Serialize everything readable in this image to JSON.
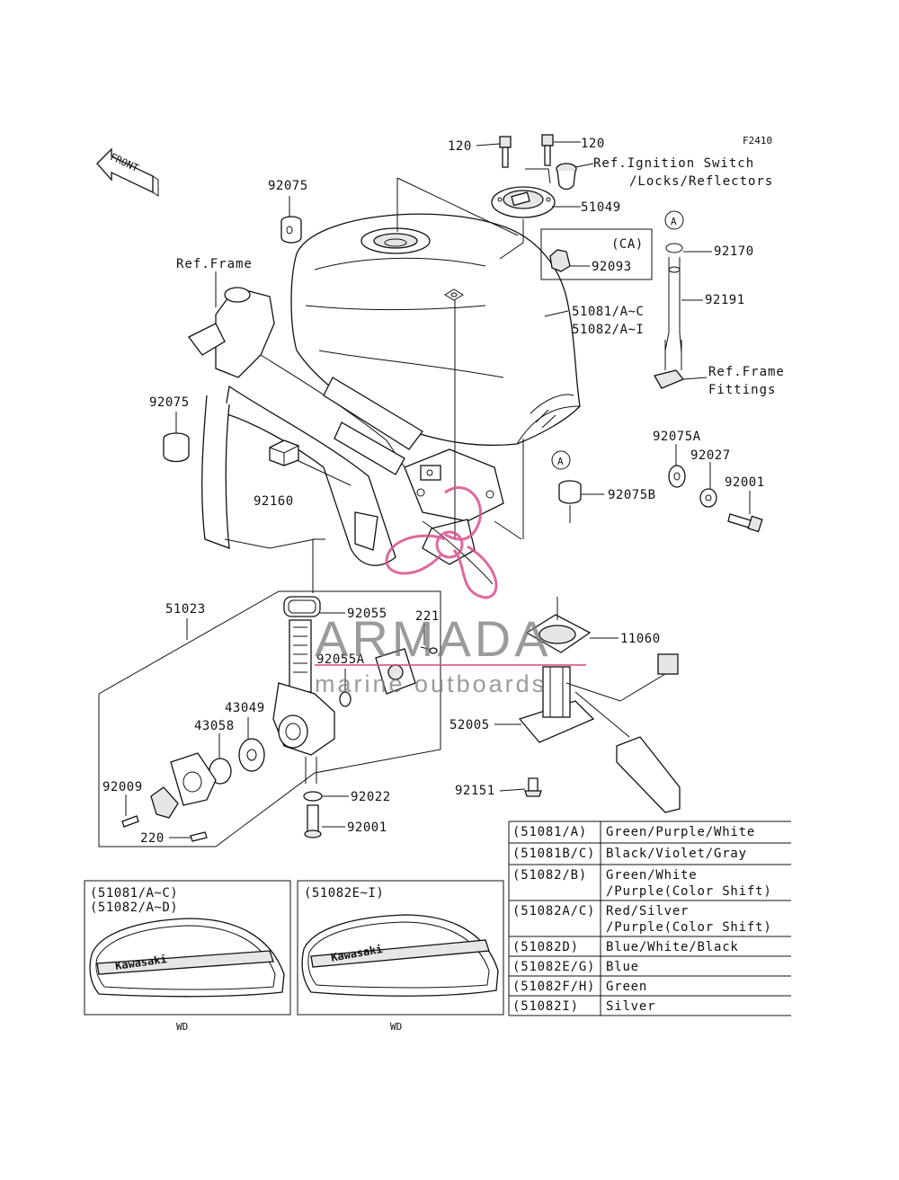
{
  "figure_code": "F2410",
  "front_label": "FRONT",
  "colors": {
    "line": "#111111",
    "watermark": "#d94f8c",
    "watermark_text": "#7a7a7a"
  },
  "watermark": {
    "brand": "ARMADA",
    "tagline": "marine outboards"
  },
  "callouts": {
    "c120a": "120",
    "c120b": "120",
    "ignition1": "Ref.Ignition Switch",
    "ignition2": "/Locks/Reflectors",
    "c51049": "51049",
    "c92075a": "92075",
    "ca_box": "(CA)",
    "c92093": "92093",
    "a_top": "A",
    "c92170": "92170",
    "c92191": "92191",
    "frame_top": "Ref.Frame",
    "c51081": "51081/A~C",
    "c51082": "51082/A~I",
    "frame_fit1": "Ref.Frame",
    "frame_fit2": "Fittings",
    "c92075b": "92075",
    "c92075A": "92075A",
    "c92027": "92027",
    "c92001a": "92001",
    "a_mid": "A",
    "c92075B": "92075B",
    "c92160": "92160",
    "c51023": "51023",
    "c92055": "92055",
    "c221": "221",
    "c92055A": "92055A",
    "c11060": "11060",
    "c43049": "43049",
    "c43058": "43058",
    "c52005": "52005",
    "c92009": "92009",
    "c92022": "92022",
    "c92151": "92151",
    "c92001b": "92001",
    "c220": "220"
  },
  "color_table": [
    {
      "code": "(51081/A)",
      "color": "Green/Purple/White"
    },
    {
      "code": "(51081B/C)",
      "color": "Black/Violet/Gray"
    },
    {
      "code": "(51082/B)",
      "color": "Green/White",
      "color2": "/Purple(Color Shift)"
    },
    {
      "code": "(51082A/C)",
      "color": "Red/Silver",
      "color2": "/Purple(Color Shift)"
    },
    {
      "code": "(51082D)",
      "color": "Blue/White/Black"
    },
    {
      "code": "(51082E/G)",
      "color": "Blue"
    },
    {
      "code": "(51082F/H)",
      "color": "Green"
    },
    {
      "code": "(51082I)",
      "color": "Silver"
    }
  ],
  "insets": [
    {
      "line1": "(51081/A~C)",
      "line2": "(51082/A~D)",
      "logo": "Kawasaki",
      "caption": "WD"
    },
    {
      "line1": "(51082E~I)",
      "line2": "",
      "logo": "Kawasaki",
      "caption": "WD"
    }
  ]
}
